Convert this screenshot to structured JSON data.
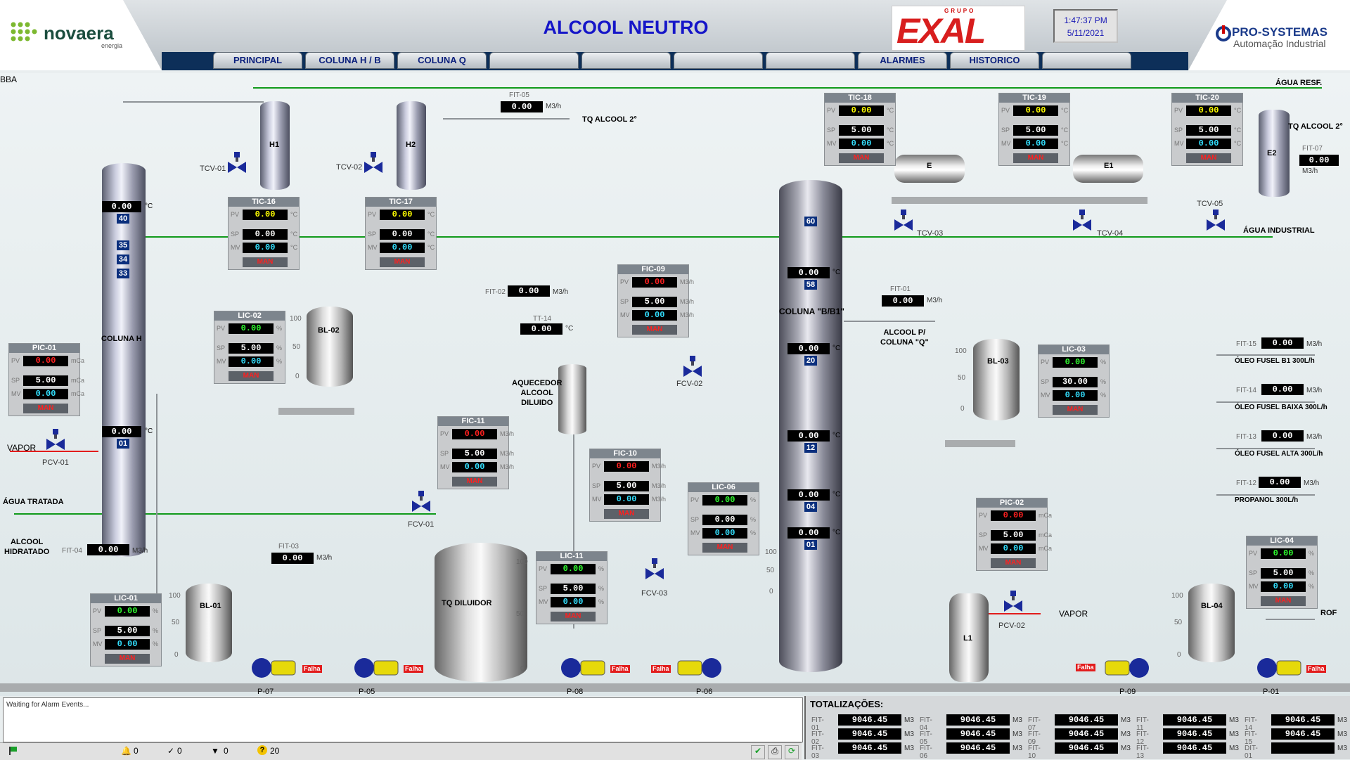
{
  "header": {
    "title": "ALCOOL NEUTRO",
    "clock_time": "1:47:37 PM",
    "clock_date": "5/11/2021",
    "logo_left": "novaera",
    "logo_left_sub": "energia",
    "logo_exal_top": "GRUPO",
    "logo_exal": "EXAL",
    "logo_right": "PRO-SYSTEMAS",
    "logo_right_sub": "Automação Industrial"
  },
  "tabs": [
    "PRINCIPAL",
    "COLUNA H / B",
    "COLUNA Q",
    "",
    "",
    "",
    "",
    "ALARMES",
    "HISTORICO",
    ""
  ],
  "area_label": "BBA",
  "labels": {
    "coluna_h": "COLUNA H",
    "coluna_bb1": "COLUNA \"B/B1\"",
    "h1": "H1",
    "h2": "H2",
    "e": "E",
    "e1": "E1",
    "e2": "E2",
    "bl01": "BL-01",
    "bl02": "BL-02",
    "bl03": "BL-03",
    "bl04": "BL-04",
    "l1": "L1",
    "tq_diluidor": "TQ DILUIDOR",
    "aquecedor_1": "AQUECEDOR",
    "aquecedor_2": "ALCOOL",
    "aquecedor_3": "DILUIDO",
    "vapor_left": "VAPOR",
    "vapor_right": "VAPOR",
    "agua_tratada": "ÁGUA TRATADA",
    "alcool_hidratado_1": "ALCOOL",
    "alcool_hidratado_2": "HIDRATADO",
    "agua_resf": "ÁGUA RESF.",
    "agua_industrial": "ÁGUA INDUSTRIAL",
    "tq_alcool_2_top": "TQ ALCOOL 2°",
    "tq_alcool_2_right": "TQ ALCOOL 2°",
    "alcool_p_coluna_1": "ALCOOL P/",
    "alcool_p_coluna_2": "COLUNA \"Q\"",
    "oleo_b1": "ÓLEO FUSEL B1 300L/h",
    "oleo_baixa": "ÓLEO FUSEL BAIXA 300L/h",
    "oleo_alta": "ÓLEO FUSEL ALTA 300L/h",
    "propanol": "PROPANOL 300L/h",
    "rof": "ROF",
    "pcv01": "PCV-01",
    "pcv02": "PCV-02",
    "tcv01": "TCV-01",
    "tcv02": "TCV-02",
    "tcv03": "TCV-03",
    "tcv04": "TCV-04",
    "tcv05": "TCV-05",
    "fcv01": "FCV-01",
    "fcv02": "FCV-02",
    "fcv03": "FCV-03",
    "p07": "P-07",
    "p05": "P-05",
    "p08": "P-08",
    "p06": "P-06",
    "p09": "P-09",
    "p01": "P-01",
    "falha": "Falha",
    "scale_100": "100",
    "scale_50": "50",
    "scale_0": "0"
  },
  "stages": {
    "h_40": "40",
    "h_35": "35",
    "h_34": "34",
    "h_33": "33",
    "h_01": "01",
    "b_60": "60",
    "b_58": "58",
    "b_20": "20",
    "b_12": "12",
    "b_04": "04",
    "b_01": "01"
  },
  "indicators": {
    "tt_h_top": {
      "value": "0.00",
      "unit": "°C"
    },
    "tt_h_bot": {
      "value": "0.00",
      "unit": "°C"
    },
    "tt_b_58": {
      "value": "0.00",
      "unit": "°C"
    },
    "tt_b_20": {
      "value": "0.00",
      "unit": "°C"
    },
    "tt_b_12": {
      "value": "0.00",
      "unit": "°C"
    },
    "tt_b_04": {
      "value": "0.00",
      "unit": "°C"
    },
    "tt_b_01": {
      "value": "0.00",
      "unit": "°C"
    },
    "fit05": {
      "tag": "FIT-05",
      "value": "0.00",
      "unit": "M3/h"
    },
    "fit02": {
      "tag": "FIT-02",
      "value": "0.00",
      "unit": "M3/h"
    },
    "tt14": {
      "tag": "TT-14",
      "value": "0.00",
      "unit": "°C"
    },
    "fit01": {
      "tag": "FIT-01",
      "value": "0.00",
      "unit": "M3/h"
    },
    "fit03": {
      "tag": "FIT-03",
      "value": "0.00",
      "unit": "M3/h"
    },
    "fit04": {
      "tag": "FIT-04",
      "value": "0.00",
      "unit": "M3/h"
    },
    "fit07": {
      "tag": "FIT-07",
      "value": "0.00",
      "unit": "M3/h"
    },
    "fit15": {
      "tag": "FIT-15",
      "value": "0.00",
      "unit": "M3/h"
    },
    "fit14": {
      "tag": "FIT-14",
      "value": "0.00",
      "unit": "M3/h"
    },
    "fit13": {
      "tag": "FIT-13",
      "value": "0.00",
      "unit": "M3/h"
    },
    "fit12": {
      "tag": "FIT-12",
      "value": "0.00",
      "unit": "M3/h"
    }
  },
  "controllers": {
    "pic01": {
      "tag": "PIC-01",
      "pv": "0.00",
      "sp": "5.00",
      "mv": "0.00",
      "unit": "mCa",
      "mode": "MAN"
    },
    "tic16": {
      "tag": "TIC-16",
      "pv": "0.00",
      "sp": "0.00",
      "mv": "0.00",
      "unit": "°C",
      "mode": "MAN"
    },
    "tic17": {
      "tag": "TIC-17",
      "pv": "0.00",
      "sp": "0.00",
      "mv": "0.00",
      "unit": "°C",
      "mode": "MAN"
    },
    "lic02": {
      "tag": "LIC-02",
      "pv": "0.00",
      "sp": "5.00",
      "mv": "0.00",
      "unit": "%",
      "mode": "MAN"
    },
    "fic09": {
      "tag": "FIC-09",
      "pv": "0.00",
      "sp": "5.00",
      "mv": "0.00",
      "unit": "M3/h",
      "mode": "MAN"
    },
    "fic11": {
      "tag": "FIC-11",
      "pv": "0.00",
      "sp": "5.00",
      "mv": "0.00",
      "unit": "M3/h",
      "mode": "MAN"
    },
    "fic10": {
      "tag": "FIC-10",
      "pv": "0.00",
      "sp": "5.00",
      "mv": "0.00",
      "unit": "M3/h",
      "mode": "MAN"
    },
    "lic06": {
      "tag": "LIC-06",
      "pv": "0.00",
      "sp": "0.00",
      "mv": "0.00",
      "unit": "%",
      "mode": "MAN"
    },
    "lic11": {
      "tag": "LIC-11",
      "pv": "0.00",
      "sp": "5.00",
      "mv": "0.00",
      "unit": "%",
      "mode": "MAN"
    },
    "lic01": {
      "tag": "LIC-01",
      "pv": "0.00",
      "sp": "5.00",
      "mv": "0.00",
      "unit": "%",
      "mode": "MAN"
    },
    "tic18": {
      "tag": "TIC-18",
      "pv": "0.00",
      "sp": "5.00",
      "mv": "0.00",
      "unit": "°C",
      "mode": "MAN"
    },
    "tic19": {
      "tag": "TIC-19",
      "pv": "0.00",
      "sp": "5.00",
      "mv": "0.00",
      "unit": "°C",
      "mode": "MAN"
    },
    "tic20": {
      "tag": "TIC-20",
      "pv": "0.00",
      "sp": "5.00",
      "mv": "0.00",
      "unit": "°C",
      "mode": "MAN"
    },
    "lic03": {
      "tag": "LIC-03",
      "pv": "0.00",
      "sp": "30.00",
      "mv": "0.00",
      "unit": "%",
      "mode": "MAN"
    },
    "pic02": {
      "tag": "PIC-02",
      "pv": "0.00",
      "sp": "5.00",
      "mv": "0.00",
      "unit": "mCa",
      "mode": "MAN"
    },
    "lic04": {
      "tag": "LIC-04",
      "pv": "0.00",
      "sp": "5.00",
      "mv": "0.00",
      "unit": "%",
      "mode": "MAN"
    }
  },
  "alarm": {
    "message": "Waiting for Alarm Events...",
    "count_bell": "0",
    "count_ack": "0",
    "count_low": "0",
    "count_unknown": "20"
  },
  "totals": {
    "title": "TOTALIZAÇÕES:",
    "unit": "M3",
    "items": [
      {
        "tag": "FIT-01",
        "value": "9046.45"
      },
      {
        "tag": "FIT-02",
        "value": "9046.45"
      },
      {
        "tag": "FIT-03",
        "value": "9046.45"
      },
      {
        "tag": "FIT-04",
        "value": "9046.45"
      },
      {
        "tag": "FIT-05",
        "value": "9046.45"
      },
      {
        "tag": "FIT-06",
        "value": "9046.45"
      },
      {
        "tag": "FIT-07",
        "value": "9046.45"
      },
      {
        "tag": "FIT-09",
        "value": "9046.45"
      },
      {
        "tag": "FIT-10",
        "value": "9046.45"
      },
      {
        "tag": "FIT-11",
        "value": "9046.45"
      },
      {
        "tag": "FIT-12",
        "value": "9046.45"
      },
      {
        "tag": "FIT-13",
        "value": "9046.45"
      },
      {
        "tag": "FIT-14",
        "value": "9046.45"
      },
      {
        "tag": "FIT-15",
        "value": "9046.45"
      },
      {
        "tag": "DIT-01",
        "value": ""
      }
    ]
  },
  "colors": {
    "title_blue": "#1515c8",
    "nav_dark": "#0d2f59",
    "pipe_green": "#109a1a",
    "steam_red": "#e21c1c",
    "pv_red": "#ff2020",
    "sp_white": "#ffffff",
    "mv_cyan": "#33e0ff",
    "pv_yellow": "#ffff00",
    "pv_green": "#30ff30"
  }
}
